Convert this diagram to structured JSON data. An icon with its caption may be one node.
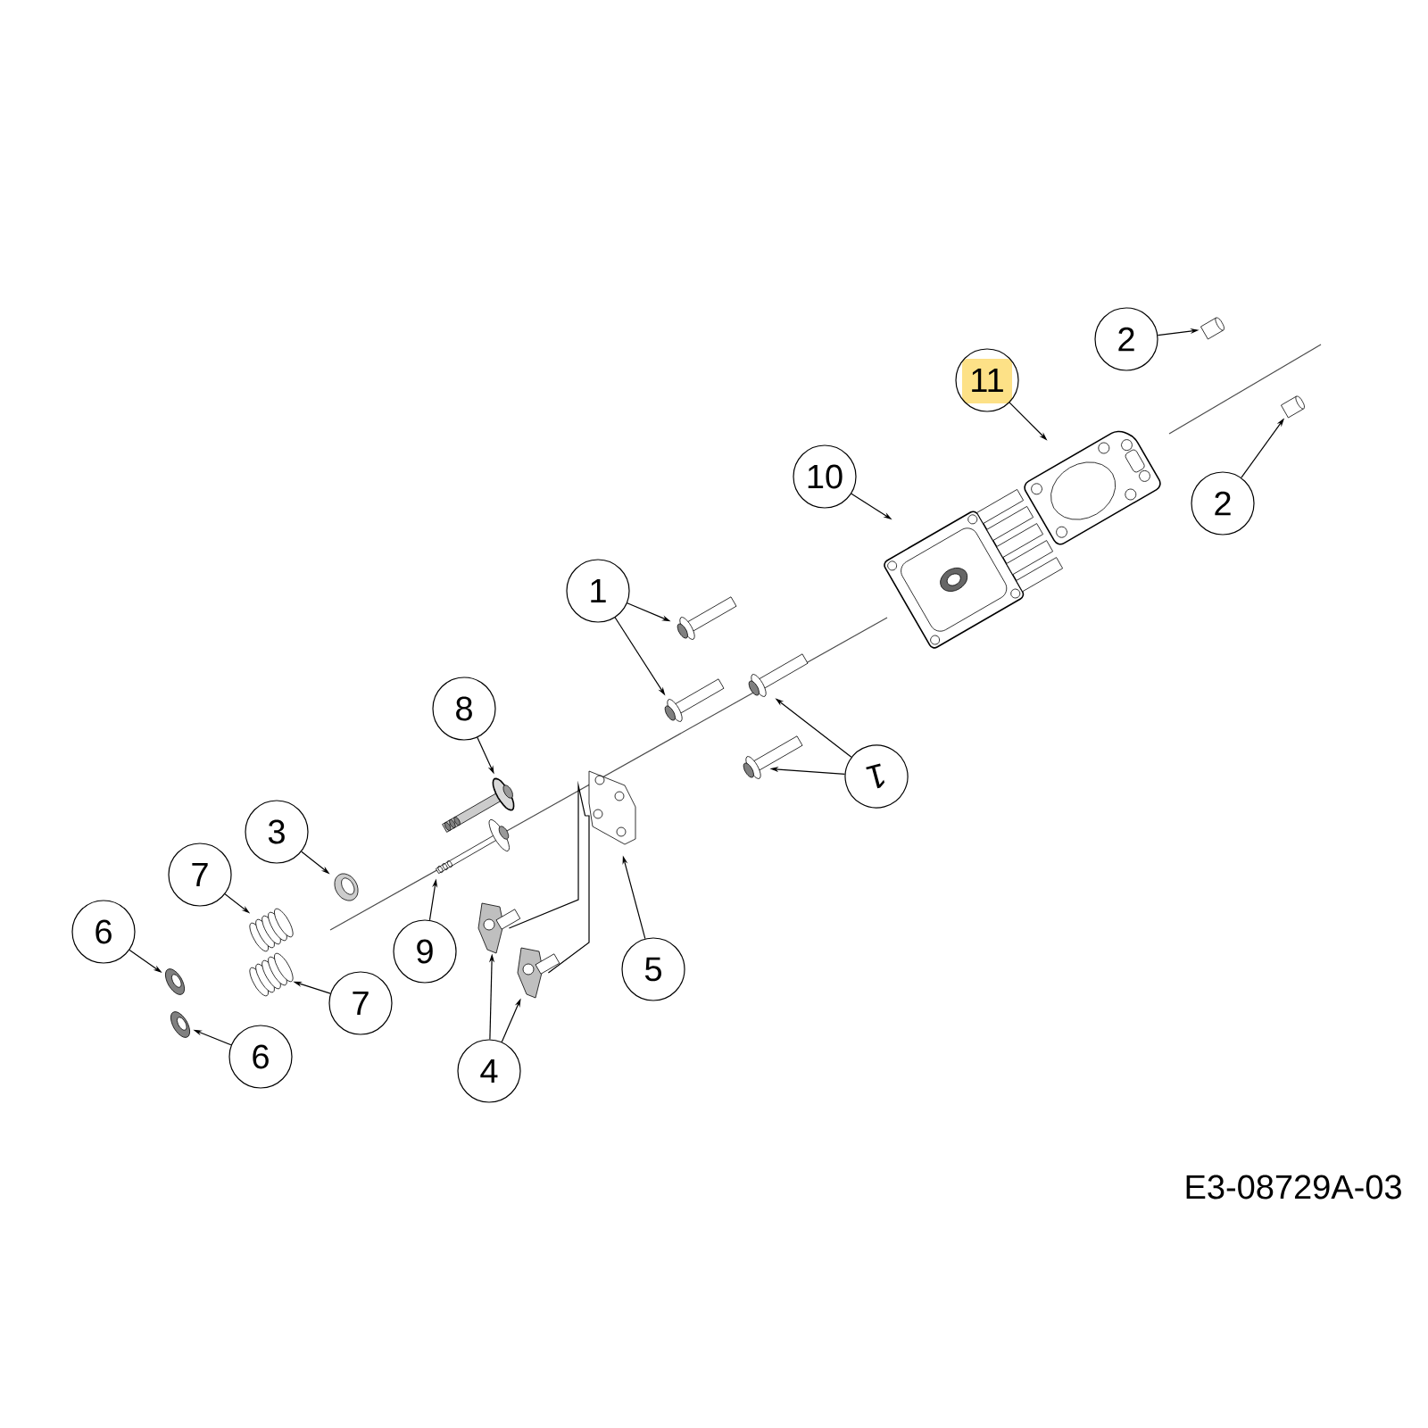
{
  "diagram": {
    "nodes": [
      {
        "text": [
          "11"
        ]
      },
      {
        "text": [
          "2"
        ]
      },
      {
        "text": [
          "2"
        ]
      },
      {
        "text": [
          "10"
        ]
      },
      {
        "text": [
          "1"
        ]
      },
      {
        "text": [
          "1"
        ]
      },
      {
        "text": [
          "8"
        ]
      },
      {
        "text": [
          "3"
        ]
      },
      {
        "text": [
          "7"
        ]
      },
      {
        "text": [
          "7"
        ]
      },
      {
        "text": [
          "6"
        ]
      },
      {
        "text": [
          "6"
        ]
      },
      {
        "text": [
          "9"
        ]
      },
      {
        "text": [
          "5"
        ]
      },
      {
        "text": [
          "4"
        ]
      },
      {
        "text": [],
        "shape": "picture"
      },
      {
        "text": [],
        "shape": "picture"
      },
      {
        "text": [],
        "shape": "picture"
      },
      {
        "text": [],
        "shape": "picture"
      },
      {
        "text": [],
        "shape": "picture"
      },
      {
        "text": [],
        "shape": "picture"
      },
      {
        "text": [],
        "shape": "picture"
      },
      {
        "text": [],
        "shape": "picture"
      },
      {
        "text": [],
        "shape": "picture"
      },
      {
        "text": [],
        "shape": "picture"
      },
      {
        "text": [],
        "shape": "picture"
      },
      {
        "text": [],
        "shape": "picture"
      },
      {
        "text": [],
        "shape": "picture"
      },
      {
        "text": [],
        "shape": "picture"
      },
      {
        "text": [],
        "shape": "picture"
      },
      {
        "text": [],
        "shape": "picture"
      },
      {
        "text": [],
        "shape": "picture"
      },
      {
        "text": [],
        "shape": "picture"
      }
    ],
    "edges": [
      {
        "from": 0,
        "to": 15,
        "arrow": "to"
      },
      {
        "from": 1,
        "to": 16,
        "arrow": "to"
      },
      {
        "from": 2,
        "to": 17,
        "arrow": "to"
      },
      {
        "from": 3,
        "to": 18,
        "arrow": "to"
      },
      {
        "from": 4,
        "to": 19,
        "arrow": "to"
      },
      {
        "from": 4,
        "to": 20,
        "arrow": "to"
      },
      {
        "from": 5,
        "to": 21,
        "arrow": "to"
      },
      {
        "from": 5,
        "to": 22,
        "arrow": "to"
      },
      {
        "from": 6,
        "to": 23,
        "arrow": "to"
      },
      {
        "from": 12,
        "to": 24,
        "arrow": "to"
      },
      {
        "from": 7,
        "to": 25,
        "arrow": "to"
      },
      {
        "from": 8,
        "to": 26,
        "arrow": "to"
      },
      {
        "from": 9,
        "to": 27,
        "arrow": "to"
      },
      {
        "from": 10,
        "to": 28,
        "arrow": "to"
      },
      {
        "from": 11,
        "to": 29,
        "arrow": "to"
      },
      {
        "from": 13,
        "to": 30,
        "arrow": "to"
      },
      {
        "from": 14,
        "to": 31,
        "arrow": "to"
      },
      {
        "from": 14,
        "to": 32,
        "arrow": "to"
      },
      {
        "from": 31,
        "to": 30,
        "arrow": "none"
      },
      {
        "from": 32,
        "to": 30,
        "arrow": "none"
      }
    ],
    "labels": [
      "E3-08729A-03"
    ]
  }
}
